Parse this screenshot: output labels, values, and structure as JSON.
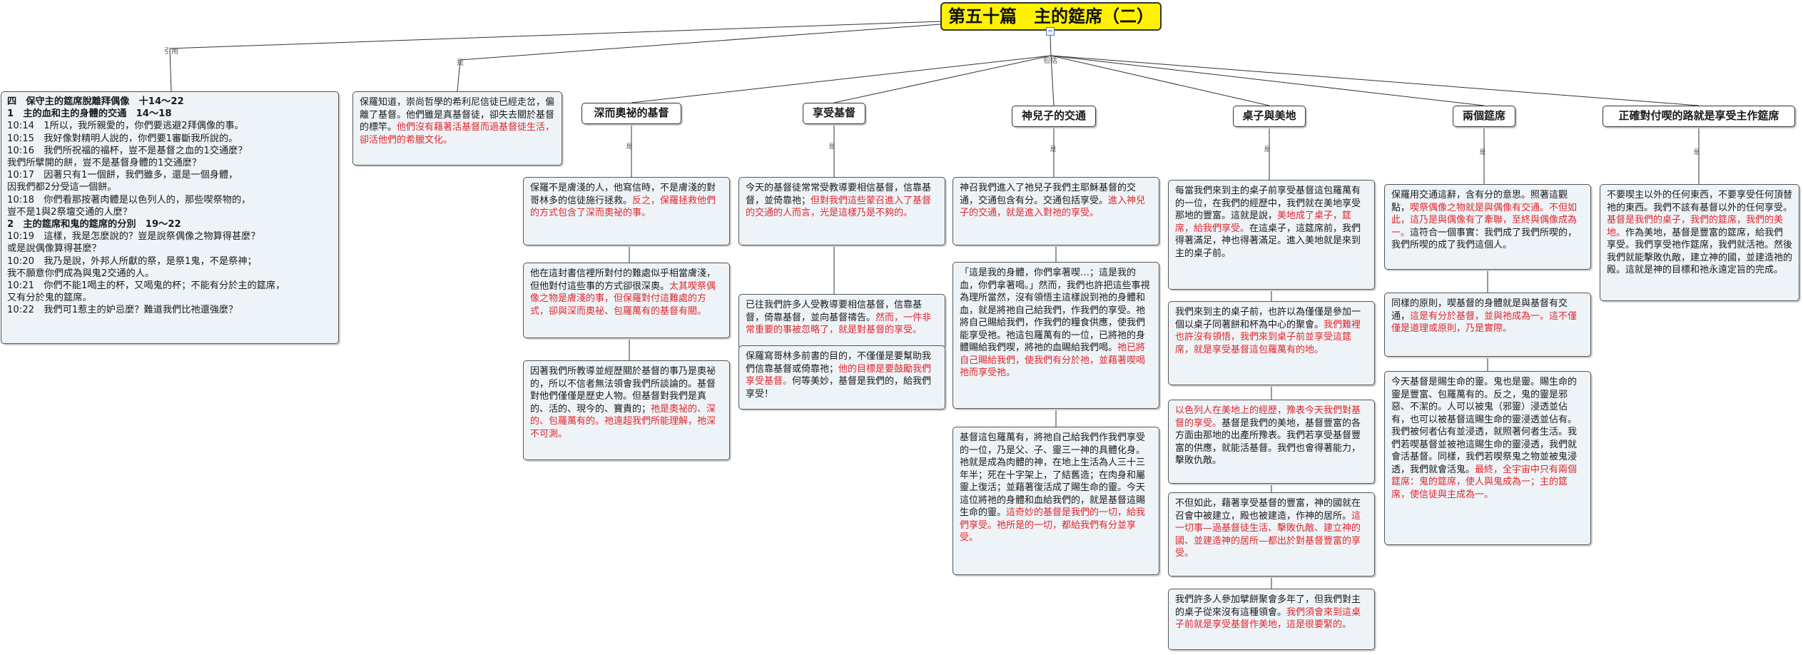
{
  "root": {
    "title": "第五十篇　主的筵席（二）"
  },
  "relations": {
    "yinyong": "引用",
    "shi": "是",
    "baokuo": "包括"
  },
  "left_panel": {
    "lines": [
      "四　保守主的筵席脫離拜偶像　十14～22",
      "1　主的血和主的身體的交通　14～18",
      "10:14　1所以，我所親愛的，你們要逃避2拜偶像的事。",
      "10:15　我好像對精明人說的，你們要1審斷我所說的。",
      "10:16　我們所祝福的福杯，豈不是基督之血的1交通麼？",
      "我們所擘開的餅，豈不是基督身體的1交通麼？",
      "10:17　因著只有1一個餅，我們雖多，還是一個身體，",
      "因我們都2分受這一個餅。",
      "10:18　你們看那按著肉體是以色列人的，那些喫祭物的，",
      "豈不是1與2祭壇交通的人麼？",
      "2　主的筵席和鬼的筵席的分別　19～22",
      "10:19　這樣，我是怎麼說的？豈是說祭偶像之物算得甚麼？",
      "或是說偶像算得甚麼？",
      "10:20　我乃是說，外邦人所獻的祭，是祭1鬼，不是祭神；",
      "我不願意你們成為與鬼2交通的人。",
      "10:21　你們不能1喝主的杯，又喝鬼的杯；不能有分於主的筵席，",
      "又有分於鬼的筵席。",
      "10:22　我們可1惹主的妒忌麼？難道我們比祂還強麼？"
    ],
    "bold_lines": [
      0,
      1,
      10
    ]
  },
  "intro_note": {
    "parts": [
      {
        "t": "保羅知道，崇尚哲學的希利尼信徒已經走岔，偏離了基督。他們雖是真基督徒，卻失去關於基督的標竿。"
      },
      {
        "t": "他們沒有藉著活基督而過基督徒生活，卻活他們的希臘文化。",
        "red": true
      }
    ]
  },
  "topics": {
    "deep": "深而奧祕的基督",
    "enjoy": "享受基督",
    "fellowship": "神兒子的交通",
    "table": "桌子與美地",
    "two": "兩個筵席",
    "right_way": "正確對付喫的路就是享受主作筵席"
  },
  "notes": {
    "deep1": [
      {
        "t": "保羅不是膚淺的人，他寫信時，不是膚淺的對哥林多的信徒施行拯救。"
      },
      {
        "t": "反之，保羅拯救他們的方式包含了深而奧祕的事。",
        "red": true
      }
    ],
    "deep2": [
      {
        "t": "他在這封書信裡所對付的難處似乎相當膚淺，但他對付這些事的方式卻很深奧。"
      },
      {
        "t": "太其喫祭偶像之物是膚淺的事，但保羅對付這難處的方式，卻與深而奧祕、包羅萬有的基督有關。",
        "red": true
      }
    ],
    "deep3": [
      {
        "t": "因著我們所教導並經歷關於基督的事乃是奧祕的，所以不信者無法領會我們所談論的。基督對他們僅僅是歷史人物。但基督對我們是真的、活的、現今的、寶貴的；"
      },
      {
        "t": "祂是奧祕的、深的、包羅萬有的。祂遠超我們所能理解，祂深不可測。",
        "red": true
      }
    ],
    "enjoy1": [
      {
        "t": "今天的基督徒常常受教導要相信基督，信靠基督，並倚靠祂；"
      },
      {
        "t": "但對我們這些蒙召進入了基督的交通的人而言，光是這樣乃是不夠的。",
        "red": true
      }
    ],
    "enjoy2": [
      {
        "t": "已往我們許多人受教導要相信基督，信靠基督，倚靠基督，並向基督禱告。"
      },
      {
        "t": "然而，一件非常重要的事被忽略了，就是對基督的享受。",
        "red": true
      }
    ],
    "enjoy3": [
      {
        "t": "保羅寫哥林多前書的目的，不僅僅是要幫助我們信靠基督或倚靠祂；"
      },
      {
        "t": "他的目標是要鼓勵我們享受基督。",
        "red": true
      },
      {
        "t": "何等美妙，基督是我們的，給我們享受！"
      }
    ],
    "fel1": [
      {
        "t": "神召我們進入了祂兒子我們主耶穌基督的交通，交通包含有分。交通包括享受。"
      },
      {
        "t": "進入神兒子的交通，就是進入對祂的享受。",
        "red": true
      }
    ],
    "fel2": [
      {
        "t": "「這是我的身體，你們拿著喫…；這是我的血，你們拿著喝。」然而，我們也許把這些事視為理所當然，沒有領悟主這樣說到祂的身體和血，就是將祂自己給我們，作我們的享受。祂將自己賜給我們，作我們的糧食供應，使我們能享受祂。祂這包羅萬有的一位，已將祂的身體賜給我們喫，將祂的血賜給我們喝。"
      },
      {
        "t": "祂已將自己賜給我們，使我們有分於祂，並藉著喫喝祂而享受祂。",
        "red": true
      }
    ],
    "fel3": [
      {
        "t": "基督這包羅萬有，將祂自己給我們作我們享受的一位，乃是父、子、靈三一神的具體化身。祂就是成為肉體的神，在地上生活為人三十三年半；死在十字架上，了結舊造；在肉身和屬靈上復活；並藉著復活成了賜生命的靈。今天這位將祂的身體和血給我們的，就是基督這賜生命的靈。"
      },
      {
        "t": "這奇妙的基督是我們的一切，給我們享受。祂所是的一切，都給我們有分並享受。",
        "red": true
      }
    ],
    "table1": [
      {
        "t": "每當我們來到主的桌子前享受基督這包羅萬有的一位，在我們的經歷中，我們就在美地享受那地的豐富。這就是說，"
      },
      {
        "t": "美地成了桌子，筵席，給我們享受。",
        "red": true
      },
      {
        "t": "在這桌子，這筵席前，我們得著滿足，神也得著滿足。進入美地就是來到主的桌子前。"
      }
    ],
    "table2": [
      {
        "t": "我們來到主的桌子前，也許以為僅僅是參加一個以桌子同著餅和杯為中心的聚會。"
      },
      {
        "t": "我們難裡也許沒有領悟，我們來到桌子前並享受這筵席，就是享受基督這包羅萬有的地。",
        "red": true
      }
    ],
    "table3": [
      {
        "t": "以色列人在美地上的經歷，豫表今天我們對基督的享受。",
        "red": true
      },
      {
        "t": "基督是我們的美地，基督豐富的各方面由那地的出產所豫表。我們若享受基督豐富的供應，就能活基督。我們也會得著能力，擊敗仇敵。"
      }
    ],
    "table4": [
      {
        "t": "不但如此，藉著享受基督的豐富，神的國就在召會中被建立，殿也被建造，作神的居所。"
      },
      {
        "t": "這一切事—過基督徒生活、擊敗仇敵、建立神的國、並建造神的居所—都出於對基督豐富的享受。",
        "red": true
      }
    ],
    "table5": [
      {
        "t": "我們許多人參加擘餅聚會多年了，但我們對主的桌子從來沒有這種領會。"
      },
      {
        "t": "我們須會來到這桌子前就是享受基督作美地，這是很要緊的。",
        "red": true
      }
    ],
    "two1": [
      {
        "t": "保羅用交通這辭，含有分的意思。照著這觀點，"
      },
      {
        "t": "喫祭偶像之物就是與偶像有交通。不但如此，這乃是與偶像有了牽聯，至終與偶像成為一。",
        "red": true
      },
      {
        "t": "這符合一個事實：我們成了我們所喫的，我們所喫的成了我們這個人。"
      }
    ],
    "two2": [
      {
        "t": "同樣的原則，喫基督的身體就是與基督有交通，"
      },
      {
        "t": "這是有分於基督，並與祂成為一。這不僅僅是道理或原則，乃是實際。",
        "red": true
      }
    ],
    "two3": [
      {
        "t": "今天基督是賜生命的靈。鬼也是靈。賜生命的靈是豐富、包羅萬有的。反之，鬼的靈是邪惡、不潔的。人可以被鬼（邪靈）浸透並佔有，也可以被基督這賜生命的靈浸透並佔有。我們被何者佔有並浸透，就照著何者生活。我們若喫基督並被祂這賜生命的靈浸透，我們就會活基督。同樣，我們若喫祭鬼之物並被鬼浸透，我們就會活鬼。"
      },
      {
        "t": "最終，全宇宙中只有兩個筵席：鬼的筵席，使人與鬼成為一；主的筵席，使信徒與主成為一。",
        "red": true
      }
    ],
    "right1": [
      {
        "t": "不要喫主以外的任何東西，不要享受任何頂替祂的東西。我們不該有基督以外的任何享受。"
      },
      {
        "t": "基督是我們的桌子，我們的筵席，我們的美地。",
        "red": true
      },
      {
        "t": "作為美地，基督是豐富的筵席，給我們享受。我們享受祂作筵席，我們就活祂。然後我們就能擊敗仇敵，建立神的國，並建造祂的殿。這就是神的目標和祂永遠定旨的完成。"
      }
    ]
  }
}
